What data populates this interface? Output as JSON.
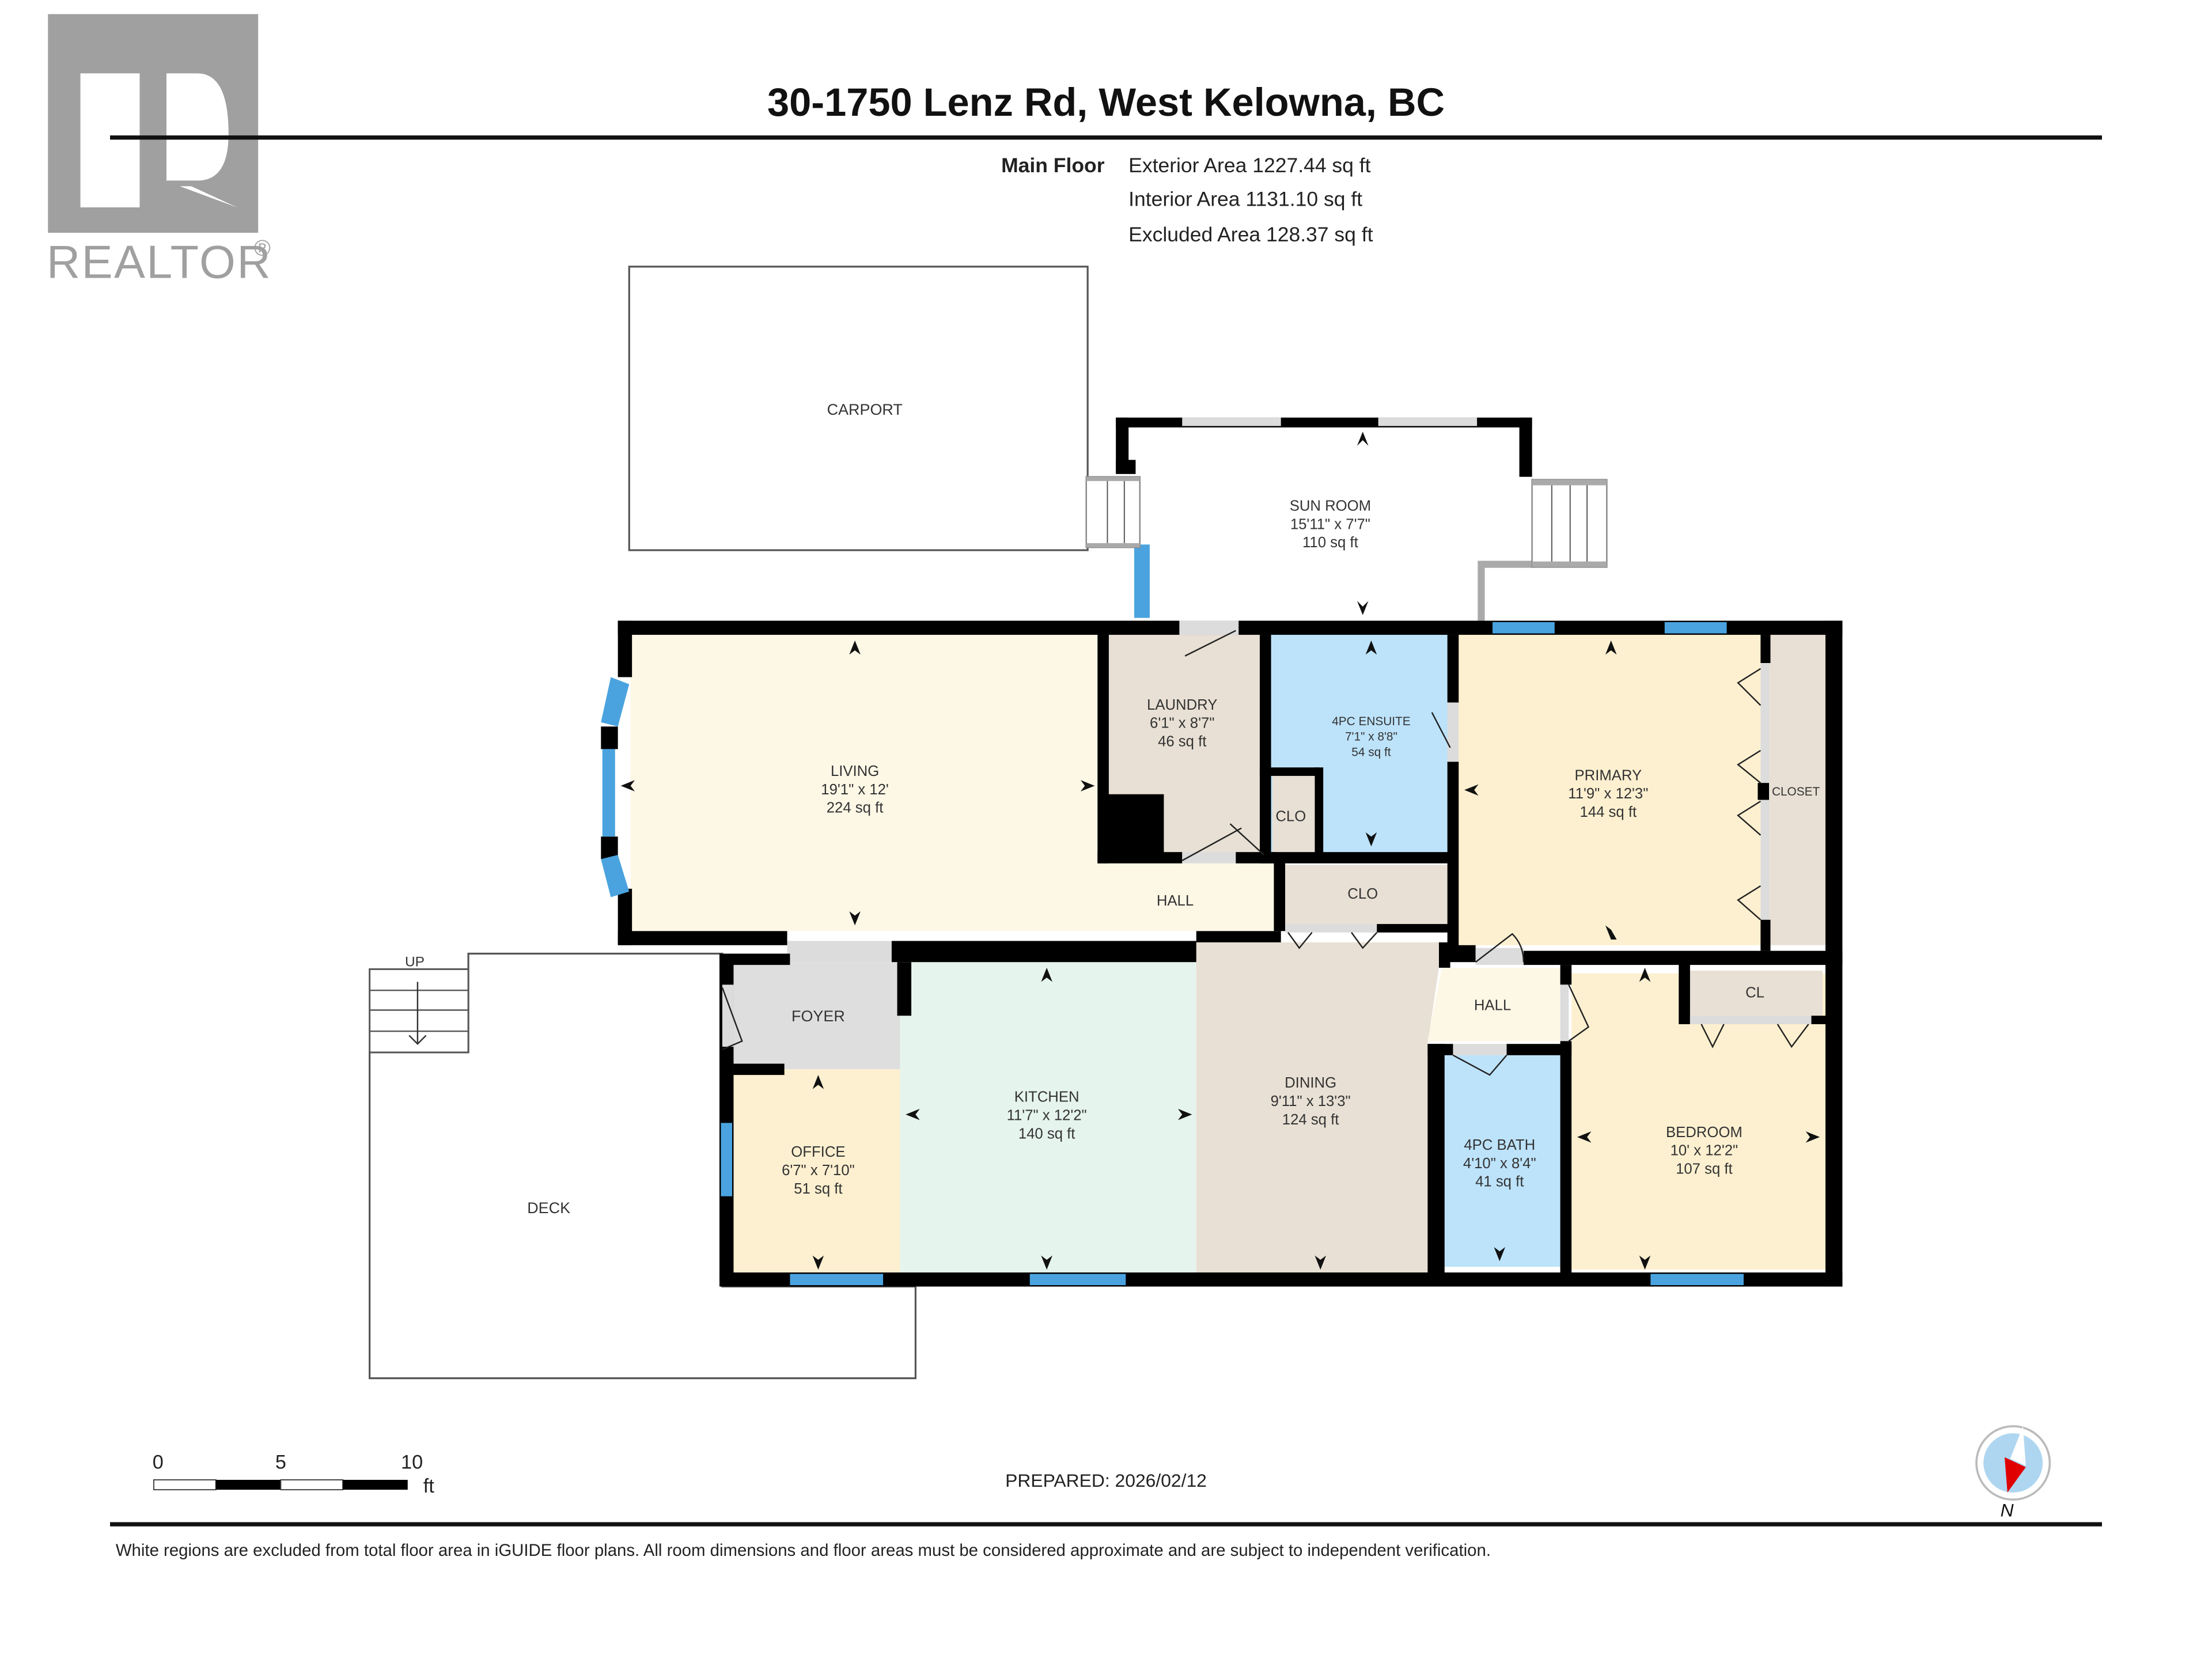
{
  "logo": {
    "text": "REALTOR",
    "mark": "®",
    "color": "#a0a0a0"
  },
  "header": {
    "title": "30-1750 Lenz Rd, West Kelowna, BC",
    "floor_label": "Main Floor",
    "areas": [
      "Exterior Area 1227.44 sq ft",
      "Interior Area 1131.10 sq ft",
      "Excluded Area 128.37 sq ft"
    ]
  },
  "rooms": {
    "carport": {
      "name": "CARPORT"
    },
    "sunroom": {
      "name": "SUN ROOM",
      "dims": "15'11\" x 7'7\"",
      "area": "110 sq ft"
    },
    "living": {
      "name": "LIVING",
      "dims": "19'1\" x 12'",
      "area": "224 sq ft"
    },
    "laundry": {
      "name": "LAUNDRY",
      "dims": "6'1\" x 8'7\"",
      "area": "46 sq ft"
    },
    "ensuite": {
      "name": "4PC ENSUITE",
      "dims": "7'1\" x 8'8\"",
      "area": "54 sq ft"
    },
    "primary": {
      "name": "PRIMARY",
      "dims": "11'9\" x 12'3\"",
      "area": "144 sq ft"
    },
    "closet": {
      "name": "CLOSET"
    },
    "clo1": {
      "name": "CLO"
    },
    "clo2": {
      "name": "CLO"
    },
    "hall1": {
      "name": "HALL"
    },
    "hall2": {
      "name": "HALL"
    },
    "cl": {
      "name": "CL"
    },
    "foyer": {
      "name": "FOYER"
    },
    "office": {
      "name": "OFFICE",
      "dims": "6'7\" x 7'10\"",
      "area": "51 sq ft"
    },
    "kitchen": {
      "name": "KITCHEN",
      "dims": "11'7\" x 12'2\"",
      "area": "140 sq ft"
    },
    "dining": {
      "name": "DINING",
      "dims": "9'11\" x 13'3\"",
      "area": "124 sq ft"
    },
    "bath": {
      "name": "4PC BATH",
      "dims": "4'10\" x 8'4\"",
      "area": "41 sq ft"
    },
    "bedroom": {
      "name": "BEDROOM",
      "dims": "10' x 12'2\"",
      "area": "107 sq ft"
    },
    "deck": {
      "name": "DECK"
    },
    "stairs": {
      "label": "UP"
    }
  },
  "colors": {
    "living": "#fdf7e6",
    "hall": "#fdf7e6",
    "laundry": "#e8e0d4",
    "closet": "#e8e0d4",
    "dining": "#e8e0d4",
    "ensuite": "#bde3fb",
    "bath": "#bde3fb",
    "primary": "#fdf0d0",
    "bedroom": "#fdf0d0",
    "office": "#fdf0d0",
    "kitchen": "#e6f4ee",
    "foyer": "#dedede",
    "window": "#4aa3df",
    "wall": "#000000"
  },
  "footer": {
    "scale": {
      "ticks": [
        "0",
        "5",
        "10"
      ],
      "unit": "ft"
    },
    "prepared": "PREPARED: 2026/02/12",
    "compass_label": "N",
    "disclaimer": "White regions are excluded from total floor area in iGUIDE floor plans. All room dimensions and floor areas must be considered approximate and are subject to independent verification."
  }
}
